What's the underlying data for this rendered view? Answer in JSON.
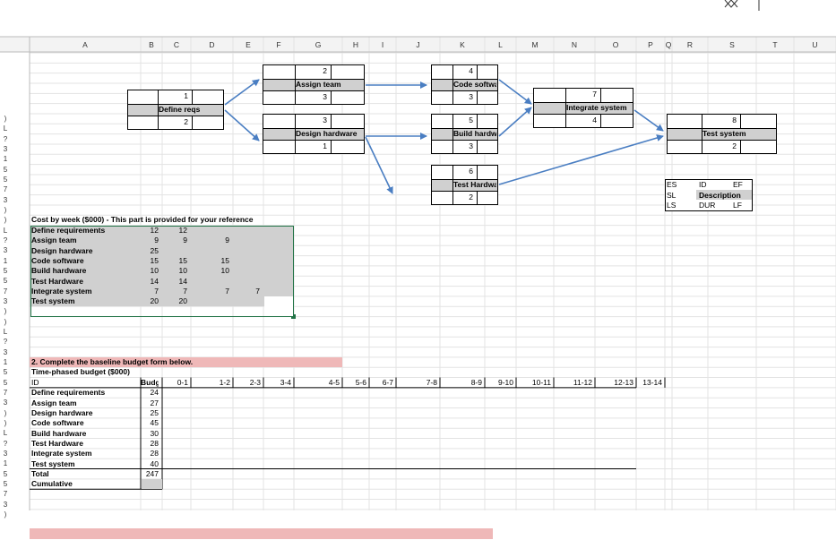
{
  "columns": [
    "A",
    "B",
    "C",
    "D",
    "E",
    "F",
    "G",
    "H",
    "I",
    "J",
    "K",
    "L",
    "M",
    "N",
    "O",
    "P",
    "Q",
    "R",
    "S",
    "T",
    "U"
  ],
  "row_stubs": [
    ")",
    "L",
    "?",
    "3",
    "1",
    "5",
    "5",
    "7",
    "3",
    ")",
    ")",
    "L",
    "?",
    "3",
    "1",
    "5",
    "5",
    "7",
    "3",
    ")",
    ")",
    "L",
    "?",
    "3",
    "1",
    "5",
    "5",
    "7",
    "3",
    ")",
    ")",
    "L",
    "?",
    "3",
    "1",
    "5",
    "5",
    "7",
    "3",
    ")",
    "L",
    "?"
  ],
  "network": {
    "nodes": [
      {
        "id": "1",
        "desc": "Define reqs",
        "dur": "2"
      },
      {
        "id": "2",
        "desc": "Assign team",
        "dur": "3"
      },
      {
        "id": "3",
        "desc": "Design hardware",
        "dur": "1"
      },
      {
        "id": "4",
        "desc": "Code software",
        "dur": "3"
      },
      {
        "id": "5",
        "desc": "Build hardware",
        "dur": "3"
      },
      {
        "id": "6",
        "desc": "Test Hardware",
        "dur": "2"
      },
      {
        "id": "7",
        "desc": "Integrate system",
        "dur": "4"
      },
      {
        "id": "8",
        "desc": "Test system",
        "dur": "2"
      }
    ],
    "legend": {
      "es": "ES",
      "id": "ID",
      "ef": "EF",
      "sl": "SL",
      "desc": "Description",
      "ls": "LS",
      "dur": "DUR",
      "lf": "LF"
    }
  },
  "cost": {
    "title": "Cost by week ($000) - This part is provided for your reference",
    "rows": [
      {
        "label": "Define requirements",
        "values": [
          "12",
          "12",
          "",
          "",
          "",
          ""
        ]
      },
      {
        "label": "Assign team",
        "values": [
          "9",
          "9",
          "9",
          "",
          "",
          ""
        ]
      },
      {
        "label": "Design hardware",
        "values": [
          "25",
          "",
          "",
          "",
          "",
          ""
        ]
      },
      {
        "label": "Code software",
        "values": [
          "15",
          "15",
          "15",
          "",
          "",
          ""
        ]
      },
      {
        "label": "Build hardware",
        "values": [
          "10",
          "10",
          "10",
          "",
          "",
          ""
        ]
      },
      {
        "label": "Test Hardware",
        "values": [
          "14",
          "14",
          "",
          "",
          "",
          ""
        ]
      },
      {
        "label": "Integrate system",
        "values": [
          "7",
          "7",
          "7",
          "7",
          "",
          ""
        ]
      },
      {
        "label": "Test system",
        "values": [
          "20",
          "20",
          "",
          "",
          "",
          ""
        ]
      }
    ]
  },
  "budget": {
    "instruction": "2. Complete the baseline budget form below.",
    "title": "Time-phased budget ($000)",
    "id_header": "ID",
    "budget_header": "Budget",
    "periods": [
      "0-1",
      "1-2",
      "2-3",
      "3-4",
      "4-5",
      "5-6",
      "6-7",
      "7-8",
      "8-9",
      "9-10",
      "10-11",
      "11-12",
      "12-13",
      "13-14"
    ],
    "rows": [
      {
        "label": "Define requirements",
        "budget": "24"
      },
      {
        "label": "Assign team",
        "budget": "27"
      },
      {
        "label": "Design hardware",
        "budget": "25"
      },
      {
        "label": "Code software",
        "budget": "45"
      },
      {
        "label": "Build hardware",
        "budget": "30"
      },
      {
        "label": "Test Hardware",
        "budget": "28"
      },
      {
        "label": "Integrate system",
        "budget": "28"
      },
      {
        "label": "Test system",
        "budget": "40"
      }
    ],
    "total_label": "Total",
    "total_value": "247",
    "cumulative_label": "Cumulative"
  },
  "colors": {
    "arrow": "#4a7ec2",
    "selection": "#217346",
    "gray": "#d0d0d0",
    "pink": "#efb8b8"
  }
}
